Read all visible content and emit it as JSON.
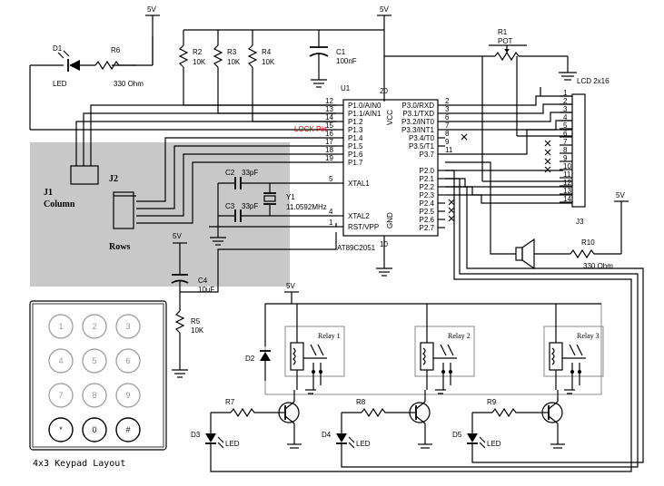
{
  "supplies": {
    "vcc": "5V"
  },
  "mcu": {
    "ref": "U1",
    "part": "AT89C2051",
    "left_pins": [
      {
        "num": "12",
        "name": "P1.0/AIN0"
      },
      {
        "num": "13",
        "name": "P1.1/AIN1"
      },
      {
        "num": "14",
        "name": "P1.2"
      },
      {
        "num": "15",
        "name": "P1.3"
      },
      {
        "num": "16",
        "name": "P1.4"
      },
      {
        "num": "17",
        "name": "P1.5"
      },
      {
        "num": "18",
        "name": "P1.6"
      },
      {
        "num": "19",
        "name": "P1.7"
      },
      {
        "num": "5",
        "name": "XTAL1"
      },
      {
        "num": "4",
        "name": "XTAL2"
      },
      {
        "num": "1",
        "name": "RST/VPP"
      }
    ],
    "right_pins": [
      {
        "num": "2",
        "name": "P3.0/RXD"
      },
      {
        "num": "3",
        "name": "P3.1/TXD"
      },
      {
        "num": "6",
        "name": "P3.2/INT0"
      },
      {
        "num": "7",
        "name": "P3.3/INT1"
      },
      {
        "num": "8",
        "name": "P3.4/T0"
      },
      {
        "num": "9",
        "name": "P3.5/T1"
      },
      {
        "num": "11",
        "name": "P3.7"
      },
      {
        "num": "",
        "name": "P2.0"
      },
      {
        "num": "",
        "name": "P2.1"
      },
      {
        "num": "",
        "name": "P2.2"
      },
      {
        "num": "",
        "name": "P2.3"
      },
      {
        "num": "",
        "name": "P2.4"
      },
      {
        "num": "",
        "name": "P2.5"
      },
      {
        "num": "",
        "name": "P2.6"
      },
      {
        "num": "",
        "name": "P2.7"
      }
    ],
    "vcc_pin": "20",
    "vcc_label": "VCC",
    "gnd_pin": "10",
    "gnd_label": "GND",
    "lock_pin_label": "LOCK Pin"
  },
  "components": {
    "d1": {
      "ref": "D1",
      "value": "LED"
    },
    "r6": {
      "ref": "R6",
      "value": "330 Ohm"
    },
    "r2": {
      "ref": "R2",
      "value": "10K"
    },
    "r3": {
      "ref": "R3",
      "value": "10K"
    },
    "r4": {
      "ref": "R4",
      "value": "10K"
    },
    "c1": {
      "ref": "C1",
      "value": "100nF"
    },
    "r1": {
      "ref": "R1",
      "value": "POT"
    },
    "lcd": {
      "label": "LCD 2x16",
      "ref": "J3",
      "pins": [
        "1",
        "2",
        "3",
        "4",
        "5",
        "6",
        "7",
        "8",
        "9",
        "10",
        "11",
        "12",
        "13",
        "14"
      ]
    },
    "c2": {
      "ref": "C2",
      "value": "33pF"
    },
    "c3": {
      "ref": "C3",
      "value": "33pF"
    },
    "y1": {
      "ref": "Y1",
      "value": "11.0592MHz"
    },
    "c4": {
      "ref": "C4",
      "value": "10uF"
    },
    "r5": {
      "ref": "R5",
      "value": "10K"
    },
    "r10": {
      "ref": "R10",
      "value": "330 Ohm"
    },
    "j1": {
      "ref": "J1",
      "label": "Column"
    },
    "j2": {
      "ref": "J2",
      "label": "Rows"
    },
    "d2": {
      "ref": "D2"
    },
    "r7": {
      "ref": "R7"
    },
    "r8": {
      "ref": "R8"
    },
    "r9": {
      "ref": "R9"
    },
    "d3": {
      "ref": "D3",
      "value": "LED"
    },
    "d4": {
      "ref": "D4",
      "value": "LED"
    },
    "d5": {
      "ref": "D5",
      "value": "LED"
    },
    "relays": [
      "Relay 1",
      "Relay 2",
      "Relay 3"
    ]
  },
  "keypad": {
    "caption": "4x3 Keypad Layout",
    "keys": [
      "1",
      "2",
      "3",
      "4",
      "5",
      "6",
      "7",
      "8",
      "9",
      "*",
      "0",
      "#"
    ]
  }
}
